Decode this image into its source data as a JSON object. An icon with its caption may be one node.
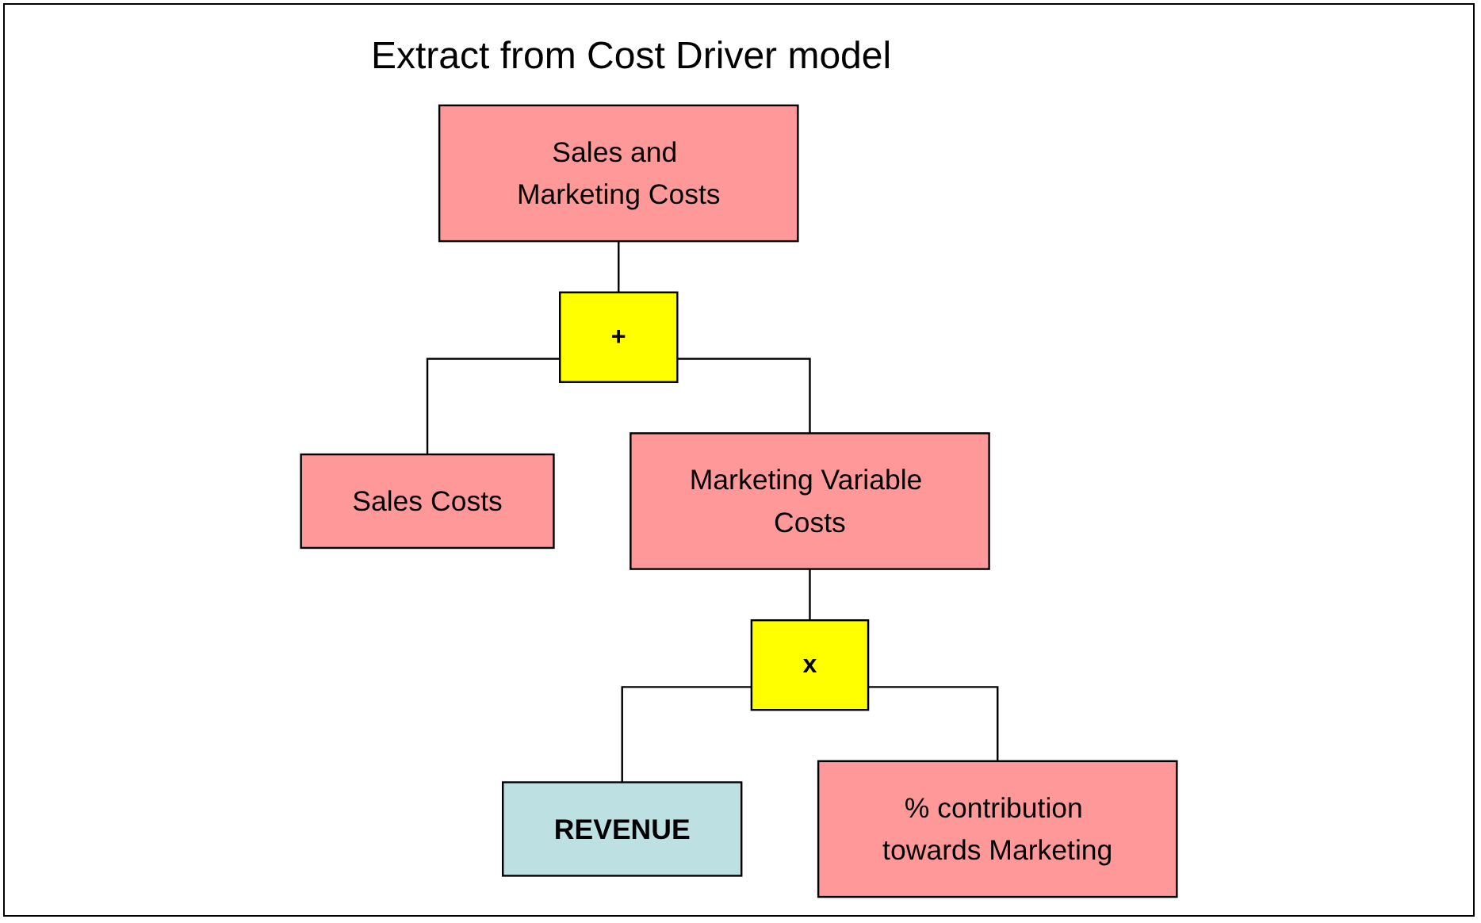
{
  "diagram": {
    "title": "Extract from Cost Driver model",
    "nodes": [
      {
        "text": [
          "Sales and Marketing Costs"
        ]
      },
      {
        "text": [
          "+"
        ]
      },
      {
        "text": [
          "Sales Costs"
        ]
      },
      {
        "text": [
          "Marketing Variable Costs"
        ]
      },
      {
        "text": [
          "x"
        ]
      },
      {
        "text": [
          "REVENUE"
        ]
      },
      {
        "text": [
          "% contribution towards Marketing"
        ]
      }
    ],
    "edges": [
      {
        "from": 0,
        "to": 1,
        "arrow": "none"
      },
      {
        "from": 1,
        "to": 2,
        "arrow": "none"
      },
      {
        "from": 1,
        "to": 3,
        "arrow": "none"
      },
      {
        "from": 3,
        "to": 4,
        "arrow": "none"
      },
      {
        "from": 4,
        "to": 5,
        "arrow": "none"
      },
      {
        "from": 4,
        "to": 6,
        "arrow": "none"
      }
    ]
  }
}
